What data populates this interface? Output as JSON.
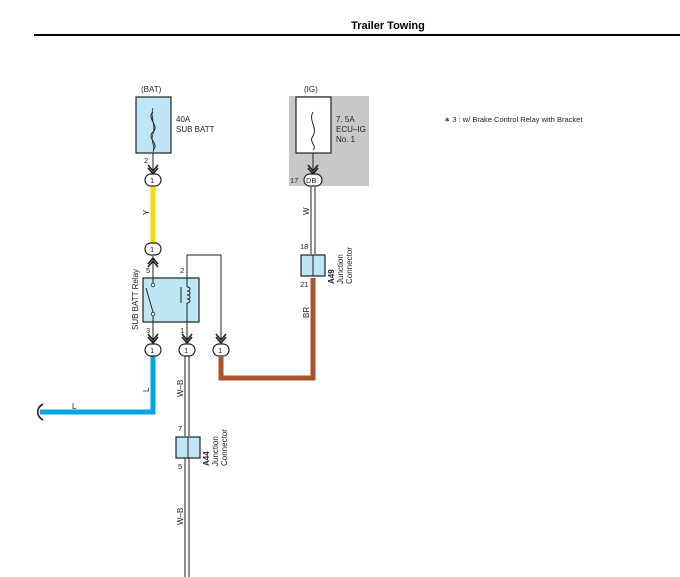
{
  "header": {
    "title": "Trailer Towing"
  },
  "note": "∗ 3 : w/ Brake Control Relay with Bracket",
  "fuses": {
    "bat": {
      "supply": "(BAT)",
      "rating": "40A",
      "name": "SUB BATT",
      "pin": "2"
    },
    "ig": {
      "supply": "(IG)",
      "rating": "7. 5A",
      "name_1": "ECU–IG",
      "name_2": "No. 1",
      "pin": "17"
    }
  },
  "connectors": {
    "c_bat_out": "1",
    "c_db": "DB",
    "c_relay_in": "1",
    "c_relay_out_3": "1",
    "c_relay_out_1": "1",
    "c_right": "1"
  },
  "relay": {
    "name": "SUB BATT Relay",
    "pin_5": "5",
    "pin_2": "2",
    "pin_3": "3",
    "pin_1": "1"
  },
  "junctions": {
    "a49": {
      "code": "A49",
      "line1": "Junction",
      "line2": "Connector",
      "pin_top": "18",
      "pin_bottom": "21"
    },
    "a44": {
      "code": "A44",
      "line1": "Junction",
      "line2": "Connector",
      "pin_top": "7",
      "pin_bottom": "5"
    }
  },
  "wires": {
    "y": "Y",
    "w": "W",
    "br": "BR",
    "l_vertical": "L",
    "l_horizontal": "L",
    "wb_upper": "W–B",
    "wb_lower": "W–B"
  },
  "colors": {
    "yellow": "#f5d90a",
    "blue": "#00a6e6",
    "brown": "#a9542a",
    "box_fill": "#bfe6f5",
    "grey_bg": "#c8c8c8"
  }
}
